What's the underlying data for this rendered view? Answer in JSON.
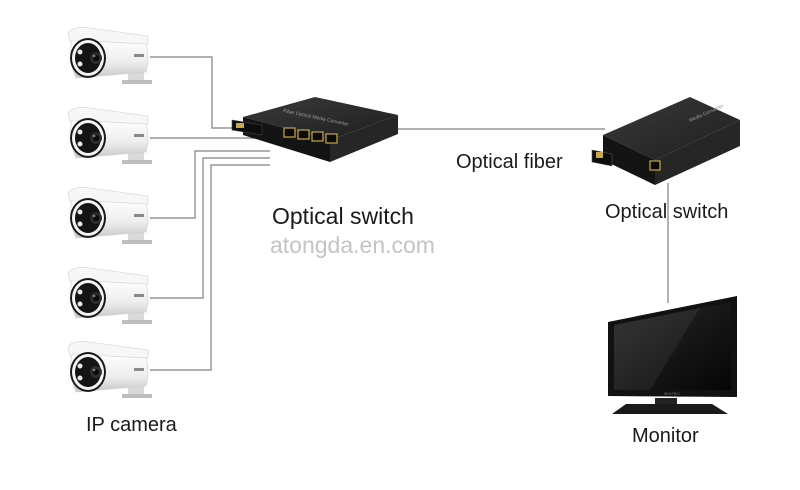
{
  "labels": {
    "switch_main": "Optical switch",
    "switch_remote": "Optical switch",
    "fiber": "Optical fiber",
    "camera": "IP camera",
    "monitor": "Monitor",
    "watermark": "atongda.en.com"
  },
  "device_text": {
    "switch_top": "Fiber Optical Media Converter",
    "converter_top": "Media Converter",
    "monitor_brand": "MINTBO"
  },
  "cameras": [
    {
      "id": "camera-1"
    },
    {
      "id": "camera-2"
    },
    {
      "id": "camera-3"
    },
    {
      "id": "camera-4"
    },
    {
      "id": "camera-5"
    }
  ],
  "colors": {
    "device_body": "#1c1c1c",
    "device_top": "#2e2e2e",
    "port_gold": "#c9a84a",
    "camera_white": "#f2f2f2",
    "camera_black": "#161616",
    "line": "#808080"
  }
}
